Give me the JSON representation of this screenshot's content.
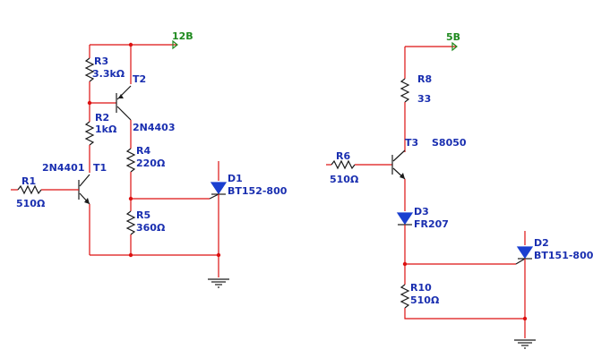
{
  "nets": {
    "left_supply": "12B",
    "right_supply": "5B"
  },
  "components": {
    "R3": {
      "ref": "R3",
      "value": "3.3kΩ"
    },
    "R2": {
      "ref": "R2",
      "value": "1kΩ"
    },
    "R4": {
      "ref": "R4",
      "value": "220Ω"
    },
    "R5": {
      "ref": "R5",
      "value": "360Ω"
    },
    "R1": {
      "ref": "R1",
      "value": "510Ω"
    },
    "T1": {
      "ref": "T1",
      "part": "2N4401"
    },
    "T2": {
      "ref": "T2",
      "part": "2N4403"
    },
    "D1": {
      "ref": "D1",
      "part": "BT152-800"
    },
    "R8": {
      "ref": "R8",
      "value": "33"
    },
    "R6": {
      "ref": "R6",
      "value": "510Ω"
    },
    "T3": {
      "ref": "T3",
      "part": "S8050"
    },
    "D3": {
      "ref": "D3",
      "part": "FR207"
    },
    "R10": {
      "ref": "R10",
      "value": "510Ω"
    },
    "D2": {
      "ref": "D2",
      "part": "BT151-800"
    }
  },
  "colors": {
    "wire": "#dd1111",
    "label": "#1a2fb0",
    "net": "#1f8a1f",
    "diode": "#1a3fd0"
  }
}
